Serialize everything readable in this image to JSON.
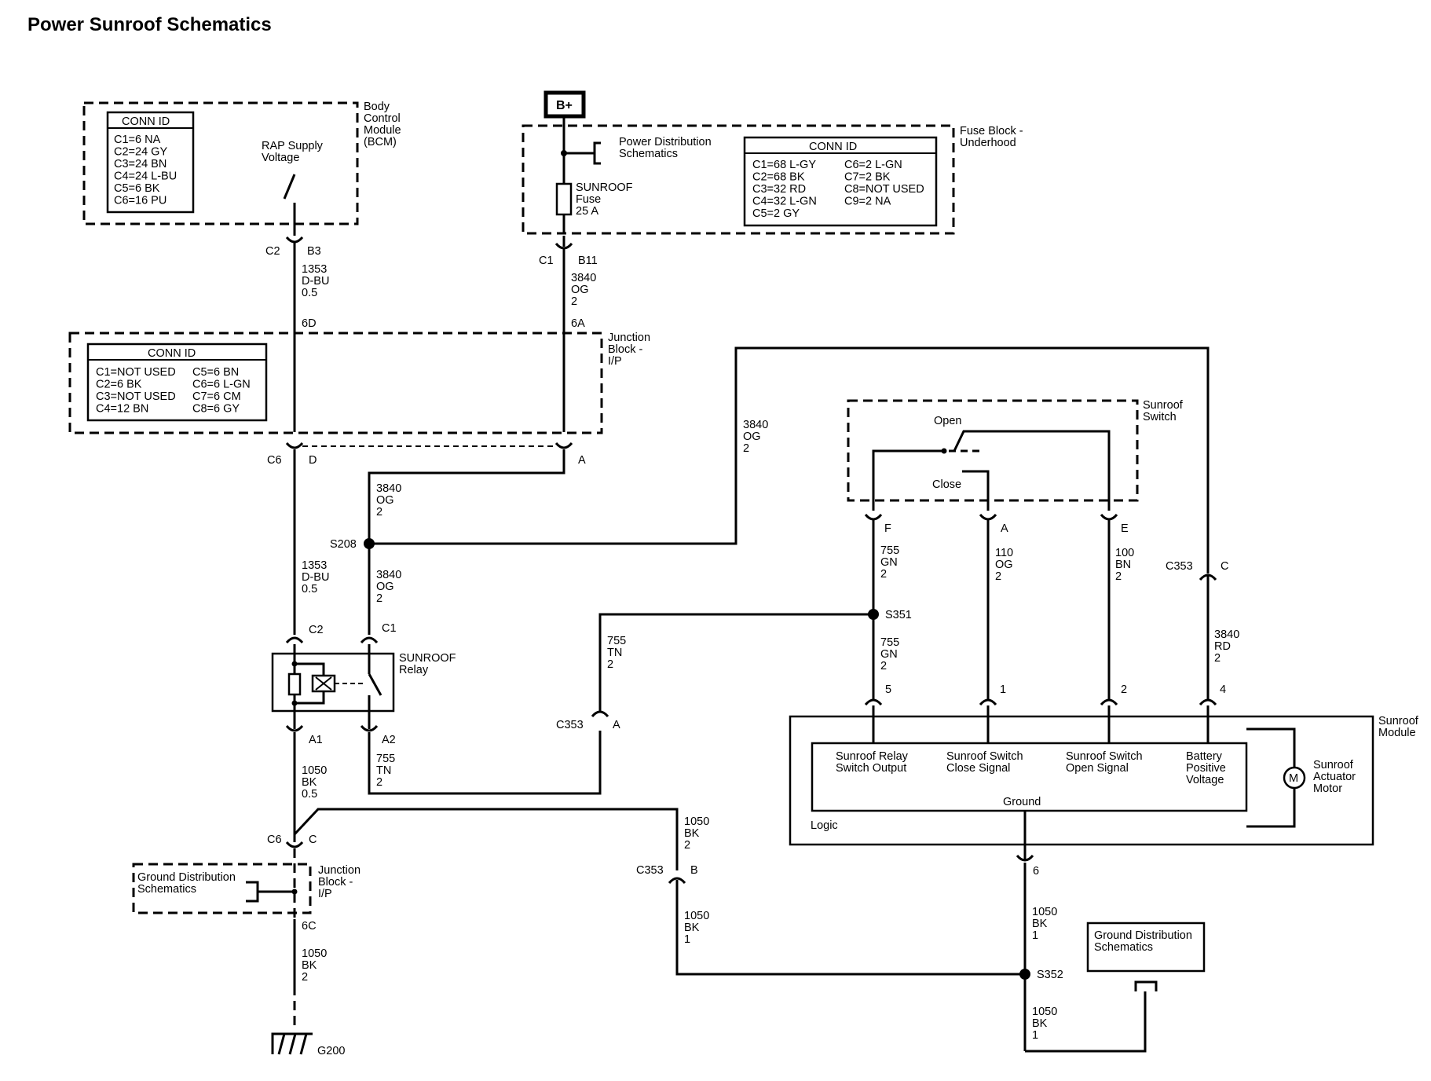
{
  "title": "Power Sunroof Schematics",
  "bcm": {
    "label": [
      "Body",
      "Control",
      "Module",
      "(BCM)"
    ],
    "conn_title": "CONN ID",
    "conn": [
      "C1=6 NA",
      "C2=24 GY",
      "C3=24 BN",
      "C4=24 L-BU",
      "C5=6 BK",
      "C6=16 PU"
    ],
    "rap": [
      "RAP Supply",
      "Voltage"
    ],
    "connector": "C2",
    "pin": "B3"
  },
  "bplus": "B+",
  "fuse_block": {
    "label": [
      "Fuse Block -",
      "Underhood"
    ],
    "pd_ref": [
      "Power Distribution",
      "Schematics"
    ],
    "fuse": [
      "SUNROOF",
      "Fuse",
      "25 A"
    ],
    "conn_title": "CONN ID",
    "conn_left": [
      "C1=68 L-GY",
      "C2=68 BK",
      "C3=32 RD",
      "C4=32 L-GN",
      "C5=2 GY"
    ],
    "conn_right": [
      "C6=2 L-GN",
      "C7=2 BK",
      "C8=NOT USED",
      "C9=2 NA"
    ],
    "connector": "C1",
    "pin": "B11"
  },
  "junction_block": {
    "label": [
      "Junction",
      "Block -",
      "I/P"
    ],
    "conn_title": "CONN ID",
    "conn_left": [
      "C1=NOT USED",
      "C2=6 BK",
      "C3=NOT USED",
      "C4=12 BN"
    ],
    "conn_right": [
      "C5=6 BN",
      "C6=6 L-GN",
      "C7=6 CM",
      "C8=6 GY"
    ],
    "connector": "C6",
    "pin_d": "D",
    "pin_a": "A",
    "label_6d": "6D",
    "label_6a": "6A"
  },
  "wires": {
    "w1353_top": [
      "1353",
      "D-BU",
      "0.5"
    ],
    "w3840_fuse": [
      "3840",
      "OG",
      "2"
    ],
    "w3840_a": [
      "3840",
      "OG",
      "2"
    ],
    "w3840_loop": [
      "3840",
      "OG",
      "2"
    ],
    "w1353_relay": [
      "1353",
      "D-BU",
      "0.5"
    ],
    "w3840_relay": [
      "3840",
      "OG",
      "2"
    ],
    "w755_f": [
      "755",
      "GN",
      "2"
    ],
    "w110_a": [
      "110",
      "OG",
      "2"
    ],
    "w100_e": [
      "100",
      "BN",
      "2"
    ],
    "w755_tn": [
      "755",
      "TN",
      "2"
    ],
    "w755_gn": [
      "755",
      "GN",
      "2"
    ],
    "w3840_rd": [
      "3840",
      "RD",
      "2"
    ],
    "w1050_a1": [
      "1050",
      "BK",
      "0.5"
    ],
    "w755_a2": [
      "755",
      "TN",
      "2"
    ],
    "w1050_c": [
      "1050",
      "BK",
      "2"
    ],
    "w1050_b": [
      "1050",
      "BK",
      "1"
    ],
    "w1050_6c": [
      "1050",
      "BK",
      "2"
    ],
    "w1050_mod": [
      "1050",
      "BK",
      "1"
    ],
    "w1050_s352": [
      "1050",
      "BK",
      "1"
    ]
  },
  "splices": {
    "s208": "S208",
    "s351": "S351",
    "s352": "S352"
  },
  "relay": {
    "label": [
      "SUNROOF",
      "Relay"
    ],
    "c2": "C2",
    "c1": "C1",
    "a1": "A1",
    "a2": "A2"
  },
  "sunroof_switch": {
    "label": [
      "Sunroof",
      "Switch"
    ],
    "open": "Open",
    "close": "Close",
    "pin_f": "F",
    "pin_a": "A",
    "pin_e": "E"
  },
  "c353": {
    "name": "C353",
    "pin_c": "C",
    "pin_a": "A",
    "pin_b": "B"
  },
  "module": {
    "label": [
      "Sunroof",
      "Module"
    ],
    "pins": [
      "5",
      "1",
      "2",
      "4"
    ],
    "inputs": [
      [
        "Sunroof Relay",
        "Switch Output"
      ],
      [
        "Sunroof Switch",
        "Close Signal"
      ],
      [
        "Sunroof Switch",
        "Open Signal"
      ],
      [
        "Battery",
        "Positive",
        "Voltage"
      ]
    ],
    "ground": "Ground",
    "logic": "Logic",
    "motor_symbol": "M",
    "motor": [
      "Sunroof",
      "Actuator",
      "Motor"
    ],
    "ground_pin": "6"
  },
  "lower_jb": {
    "connector": "C6",
    "pin": "C",
    "gd_ref": [
      "Ground Distribution",
      "Schematics"
    ],
    "label": [
      "Junction",
      "Block -",
      "I/P"
    ],
    "label_6c": "6C"
  },
  "ground_ref_right": [
    "Ground Distribution",
    "Schematics"
  ],
  "ground": "G200"
}
